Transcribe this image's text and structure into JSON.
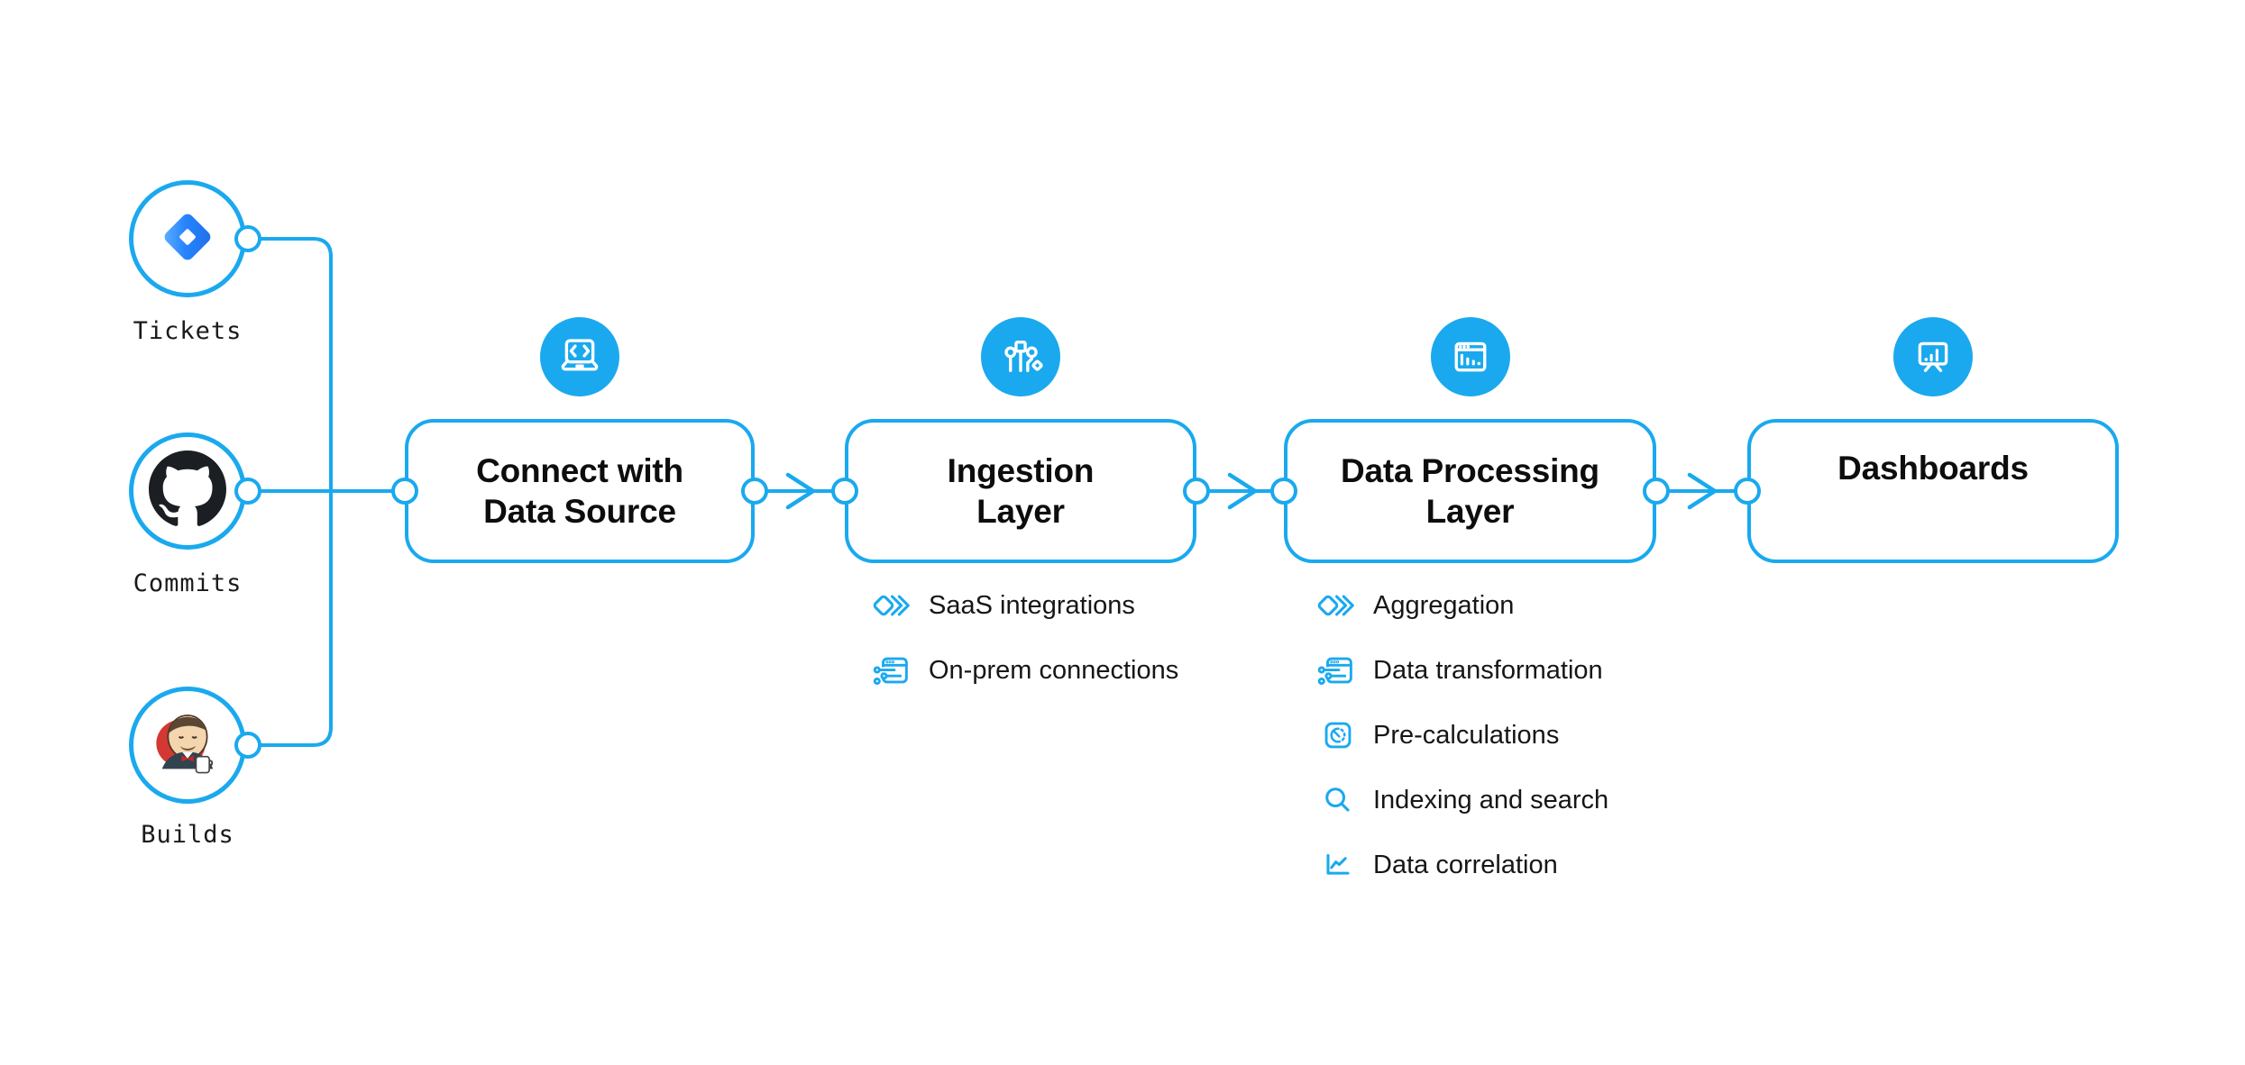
{
  "colors": {
    "accent_blue": "#1aa9ee",
    "text_dark": "#0d0d0d",
    "jira_blue": "#2684ff",
    "github_black": "#1b1f23",
    "jenkins_red": "#d33833"
  },
  "sources": [
    {
      "label": "Tickets",
      "icon": "jira-icon"
    },
    {
      "label": "Commits",
      "icon": "github-icon"
    },
    {
      "label": "Builds",
      "icon": "jenkins-icon"
    }
  ],
  "pipeline": [
    {
      "title": "Connect with\nData Source",
      "icon": "laptop-code-icon",
      "items": []
    },
    {
      "title": "Ingestion\nLayer",
      "icon": "circuit-nodes-icon",
      "items": [
        {
          "label": "SaaS integrations",
          "icon": "stacked-layers-icon"
        },
        {
          "label": "On-prem connections",
          "icon": "window-sliders-icon"
        }
      ]
    },
    {
      "title": "Data Processing\nLayer",
      "icon": "window-bar-chart-icon",
      "items": [
        {
          "label": "Aggregation",
          "icon": "stacked-layers-icon"
        },
        {
          "label": "Data transformation",
          "icon": "window-sliders-icon"
        },
        {
          "label": "Pre-calculations",
          "icon": "gauge-icon"
        },
        {
          "label": "Indexing and search",
          "icon": "search-icon"
        },
        {
          "label": "Data correlation",
          "icon": "line-chart-icon"
        }
      ]
    },
    {
      "title": "Dashboards",
      "icon": "presentation-chart-icon",
      "items": []
    }
  ]
}
